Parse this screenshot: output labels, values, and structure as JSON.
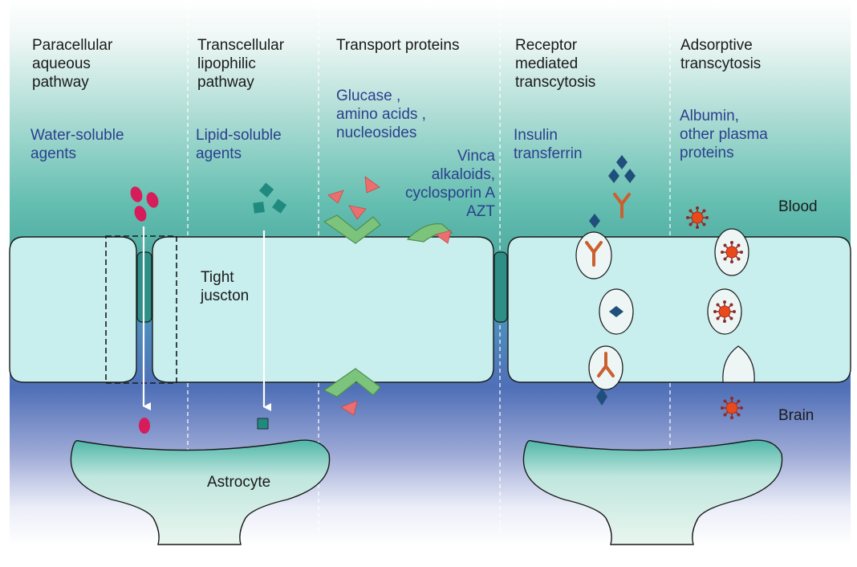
{
  "columns": [
    {
      "heading": "Paracellular\naqueous\npathway",
      "agents": "Water-soluble\nagents"
    },
    {
      "heading": "Transcellular\nlipophilic\npathway",
      "agents": "Lipid-soluble\nagents"
    },
    {
      "heading": "Transport proteins",
      "agents": "Glucase ,\namino acids ,\nnucleosides",
      "agents_extra": "Vinca\nalkaloids,\ncyclosporin A\nAZT"
    },
    {
      "heading": "Receptor\nmediated\ntranscytosis",
      "agents": "Insulin\ntransferrin"
    },
    {
      "heading": "Adsorptive\ntranscytosis",
      "agents": "Albumin,\nother plasma\nproteins"
    }
  ],
  "labels": {
    "blood": "Blood",
    "brain": "Brain",
    "tight_junction": "Tight\njuscton",
    "astrocyte": "Astrocyte"
  },
  "colors": {
    "heading_text": "#1a1a1a",
    "agent_text": "#2b3f8e",
    "cell_fill": "#c8eeee",
    "cell_stroke": "#1a1a1a",
    "tight_junction": "#2e8f86",
    "water_soluble_molecule": "#d61c5a",
    "lipid_soluble_molecule": "#218a7e",
    "transporter": "#7cc47c",
    "transported_molecule": "#ec6f6f",
    "receptor": "#cc5f30",
    "ligand": "#1f4f7a",
    "adsorptive_particle": "#e84a1e",
    "brain_band": "#4e6fb6"
  }
}
